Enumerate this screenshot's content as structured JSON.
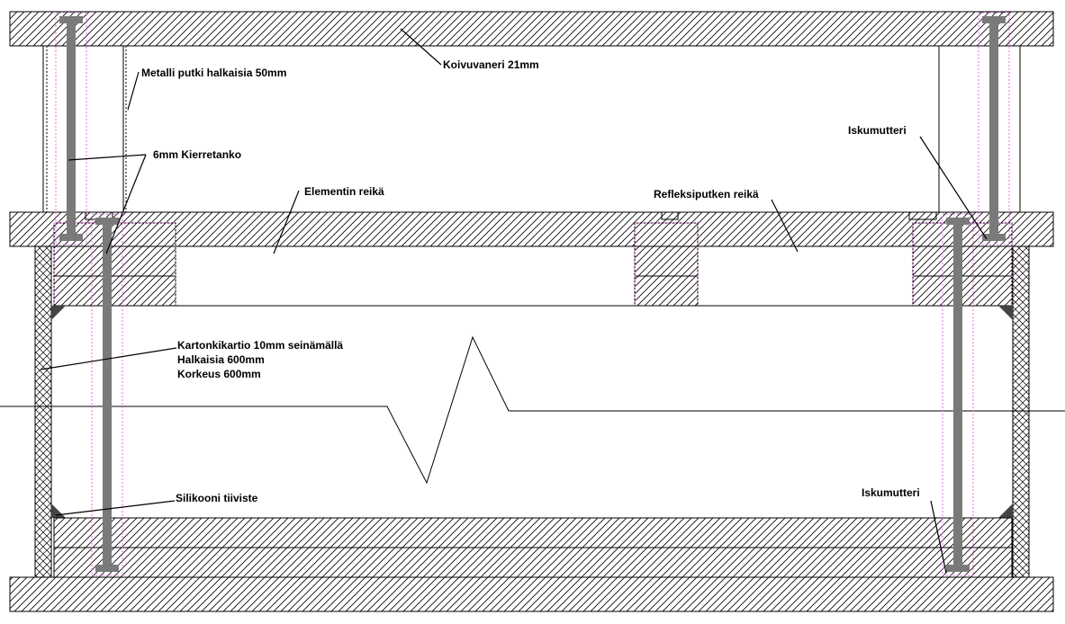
{
  "labels": {
    "koivuvaneri": "Koivuvaneri 21mm",
    "metalli_putki": "Metalli putki halkaisia 50mm",
    "kierretanko": "6mm Kierretanko",
    "elementin_reika": "Elementin reikä",
    "refleksiputken_reika": "Refleksiputken reikä",
    "iskumutteri_top": "Iskumutteri",
    "kartonkikartio_1": "Kartonkikartio 10mm seinämällä",
    "kartonkikartio_2": "Halkaisia 600mm",
    "kartonkikartio_3": "Korkeus 600mm",
    "silikooni": "Silikooni tiiviste",
    "iskumutteri_bottom": "Iskumutteri"
  },
  "colors": {
    "rod": "#7a7a7a",
    "outline": "#000000",
    "marker": "#e070e0",
    "background": "#ffffff"
  }
}
